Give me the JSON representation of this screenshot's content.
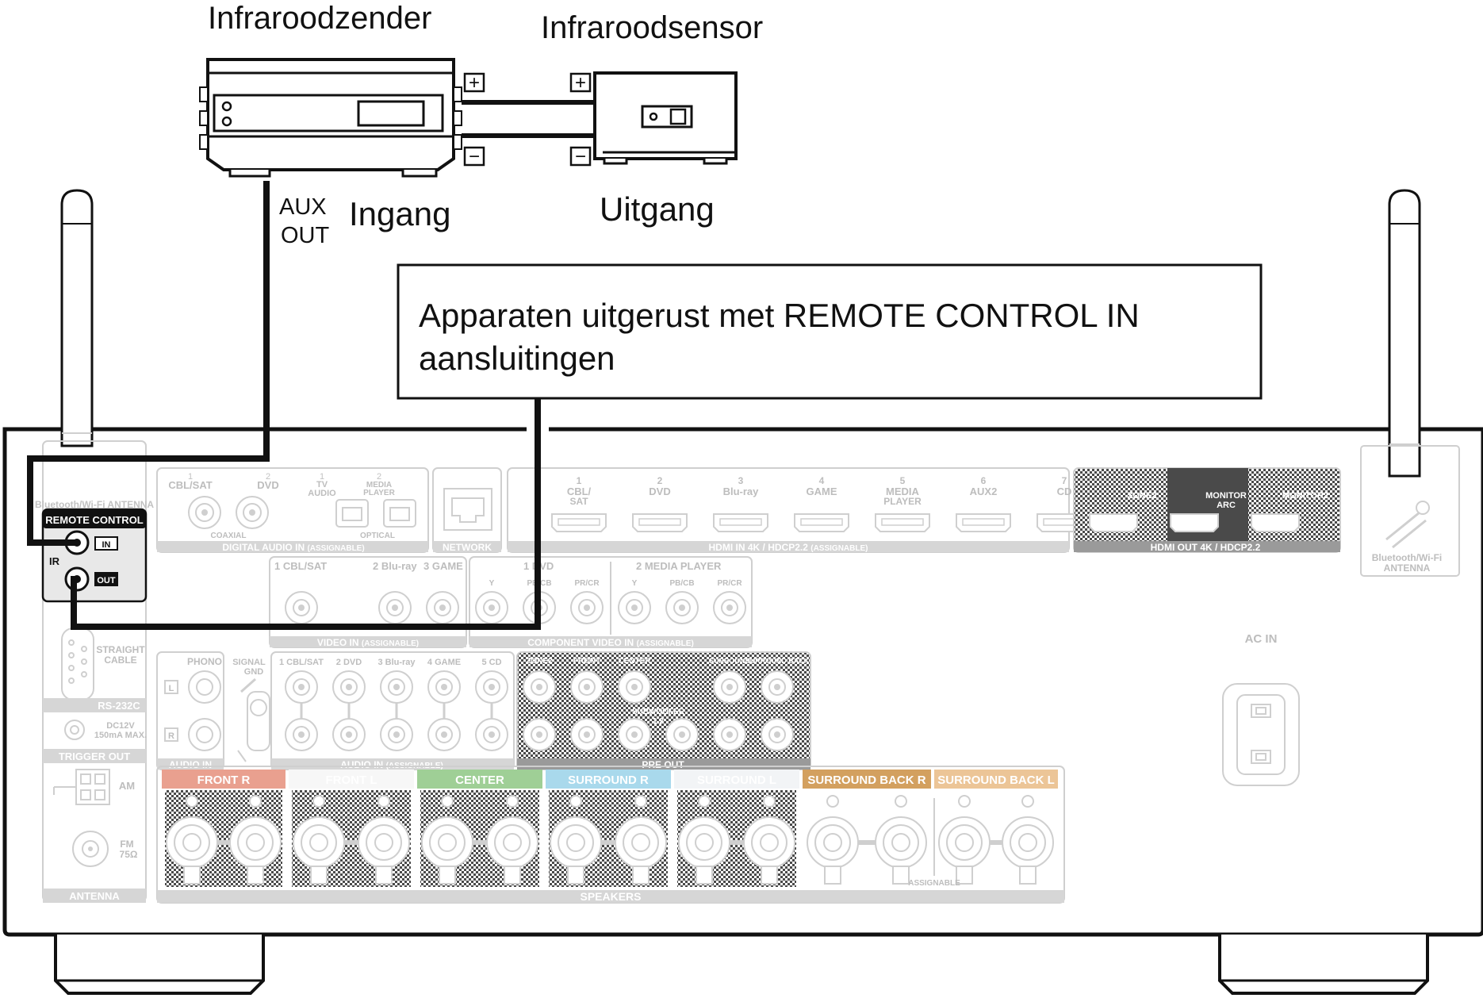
{
  "labels": {
    "ir_transmitter": "Infraroodzender",
    "ir_sensor": "Infraroodsensor",
    "aux_out_1": "AUX",
    "aux_out_2": "OUT",
    "input": "Ingang",
    "output": "Uitgang",
    "plus": "+",
    "minus": "−"
  },
  "callout": {
    "line1": "Apparaten uitgerust met REMOTE CONTROL IN",
    "line2": "aansluitingen"
  },
  "panel": {
    "bt_antenna_left": "Bluetooth/Wi-Fi ANTENNA",
    "remote_control": "REMOTE CONTROL",
    "in": "IN",
    "out": "OUT",
    "ir": "IR",
    "digital_audio": {
      "coax_cbl": "CBL/SAT",
      "coax_cbl_num": "1",
      "coax_dvd": "DVD",
      "coax_dvd_num": "2",
      "opt_tv": "TV",
      "opt_tv2": "AUDIO",
      "opt_tv_num": "1",
      "opt_mp": "MEDIA",
      "opt_mp2": "PLAYER",
      "opt_mp_num": "2",
      "coaxial": "COAXIAL",
      "optical": "OPTICAL",
      "footer": "DIGITAL AUDIO",
      "footer_in": "IN",
      "footer_assign": "(ASSIGNABLE)"
    },
    "network": "NETWORK",
    "hdmi_in": {
      "inputs": [
        {
          "num": "1",
          "name": "CBL/",
          "name2": "SAT"
        },
        {
          "num": "2",
          "name": "DVD",
          "name2": ""
        },
        {
          "num": "3",
          "name": "Blu-ray",
          "name2": ""
        },
        {
          "num": "4",
          "name": "GAME",
          "name2": ""
        },
        {
          "num": "5",
          "name": "MEDIA",
          "name2": "PLAYER"
        },
        {
          "num": "6",
          "name": "AUX2",
          "name2": ""
        },
        {
          "num": "7",
          "name": "CD",
          "name2": ""
        }
      ],
      "footer": "HDMI",
      "footer_in": "IN",
      "footer_spec": "4K / HDCP2.2",
      "footer_assign": "(ASSIGNABLE)"
    },
    "hdmi_out": {
      "zone2": "ZONE2",
      "monitor_arc": "MONITOR",
      "monitor_arc2": "ARC",
      "monitor2": "MONITOR2",
      "footer": "HDMI",
      "footer_out": "OUT",
      "footer_spec": "4K / HDCP2.2"
    },
    "bt_antenna_right": "Bluetooth/Wi-Fi",
    "bt_antenna_right2": "ANTENNA",
    "video": {
      "cbl": "1 CBL/SAT",
      "bluray": "2 Blu-ray",
      "game": "3 GAME",
      "footer": "VIDEO",
      "footer_in": "IN",
      "footer_assign": "(ASSIGNABLE)"
    },
    "component": {
      "dvd": "1 DVD",
      "mp": "2 MEDIA PLAYER",
      "y": "Y",
      "pb": "PB/CB",
      "pr": "PR/CR",
      "footer": "COMPONENT VIDEO",
      "footer_in": "IN",
      "footer_assign": "(ASSIGNABLE)"
    },
    "ac_in": "AC IN",
    "rs232c": "RS-232C",
    "straight": "STRAIGHT",
    "cable": "CABLE",
    "trigger": "TRIGGER OUT",
    "dc12v": "DC12V",
    "ma150": "150mA MAX.",
    "phono": "PHONO",
    "signal_gnd": "SIGNAL",
    "signal_gnd2": "GND",
    "audio_l": "L",
    "audio_r": "R",
    "audio_in_footer": "AUDIO",
    "audio_in_in": "IN",
    "audio_inputs": [
      "1 CBL/SAT",
      "2 DVD",
      "3 Blu-ray",
      "4 GAME",
      "5 CD"
    ],
    "audio_footer": "AUDIO",
    "audio_footer_in": "IN",
    "audio_footer_assign": "(ASSIGNABLE)",
    "preout": {
      "zone2": "ZONE2",
      "front": "FRONT",
      "center": "CENTER",
      "surround": "SURROUND",
      "surround_back": "SURROUND BACK",
      "subwoofer": "SUBWOOFER",
      "sub_nums": "1   2",
      "footer": "PRE OUT"
    },
    "antenna": {
      "am": "AM",
      "fm": "FM",
      "fm2": "75Ω",
      "footer": "ANTENNA"
    },
    "speakers": {
      "bands": [
        {
          "label": "FRONT",
          "side": "R",
          "color": "#e9a08f"
        },
        {
          "label": "FRONT",
          "side": "L",
          "color": "#f7f7f7"
        },
        {
          "label": "CENTER",
          "side": "",
          "color": "#9fcf96"
        },
        {
          "label": "SURROUND",
          "side": "R",
          "color": "#a9d9ec"
        },
        {
          "label": "SURROUND",
          "side": "L",
          "color": "#f2f4f6"
        },
        {
          "label": "SURROUND BACK",
          "side": "R",
          "color": "#d3a05f"
        },
        {
          "label": "SURROUND BACK",
          "side": "L",
          "color": "#ecc597"
        }
      ],
      "assignable": "ASSIGNABLE",
      "footer": "SPEAKERS"
    }
  }
}
